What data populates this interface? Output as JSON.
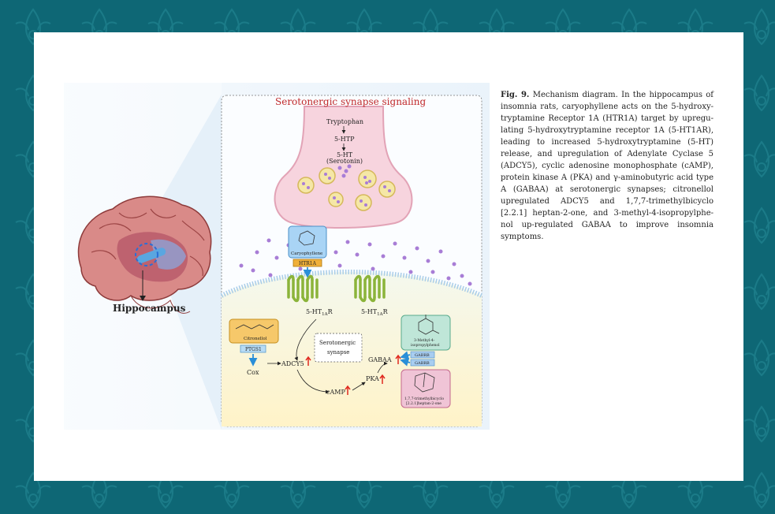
{
  "figure": {
    "title": "Serotonergic synapse signaling",
    "hippocampus_label": "Hippocampus",
    "tryptophan": "Tryptophan",
    "htp": "5-HTP",
    "ht": "5-HT",
    "serotonin": "(Serotonin)",
    "caryophyllene": "Caryophyllene",
    "htr1a": "HTR1A",
    "receptor_1": "5-HT",
    "receptor_1_sub": "1A",
    "receptor_1_tail": "R",
    "receptor_2": "5-HT",
    "receptor_2_sub": "1A",
    "receptor_2_tail": "R",
    "citronellol": "Citronellol",
    "ptgs1": "PTGS1",
    "cox": "Cox",
    "adcy5": "ADCY5",
    "camp": "cAMP",
    "pka": "PKA",
    "gabaa": "GABAA",
    "synapse_box_line1": "Serotonergic",
    "synapse_box_line2": "synapse",
    "methyl_line1": "3-Methyl-4-",
    "methyl_line2": "isopropylphenol",
    "gabrb1": "GABRB",
    "gabrb2": "GABRB",
    "bicyclo_line1": "1,7,7-trimethylbicyclo",
    "bicyclo_line2": "[2.2.1]heptan-2-one",
    "colors": {
      "title_red": "#c0292b",
      "up_arrow_red": "#e0291f",
      "blue_arrow": "#2a8fd8",
      "background_teal": "#0e6775"
    }
  },
  "caption": {
    "label": "Fig. 9.",
    "text": "Mechanism diagram. In the hippocampus of insomnia rats, caryophyllene acts on the 5-hydroxy-tryptamine Receptor 1A (HTR1A) target by upregu-lating 5-hydroxytryptamine receptor 1A (5-HT1AR), leading to increased 5-hydroxytryptamine (5-HT) release, and upregulation of Adenylate Cyclase 5 (ADCY5), cyclic adenosine monophosphate (cAMP), protein kinase A (PKA) and γ-aminobutyric acid type A (GABAA) at serotonergic synapses; citronellol upregulated ADCY5 and 1,7,7-trimethylbicyclo [2.2.1] heptan-2-one, and 3-methyl-4-isopropylphe-nol up-regulated GABAA to improve insomnia symptoms."
  }
}
